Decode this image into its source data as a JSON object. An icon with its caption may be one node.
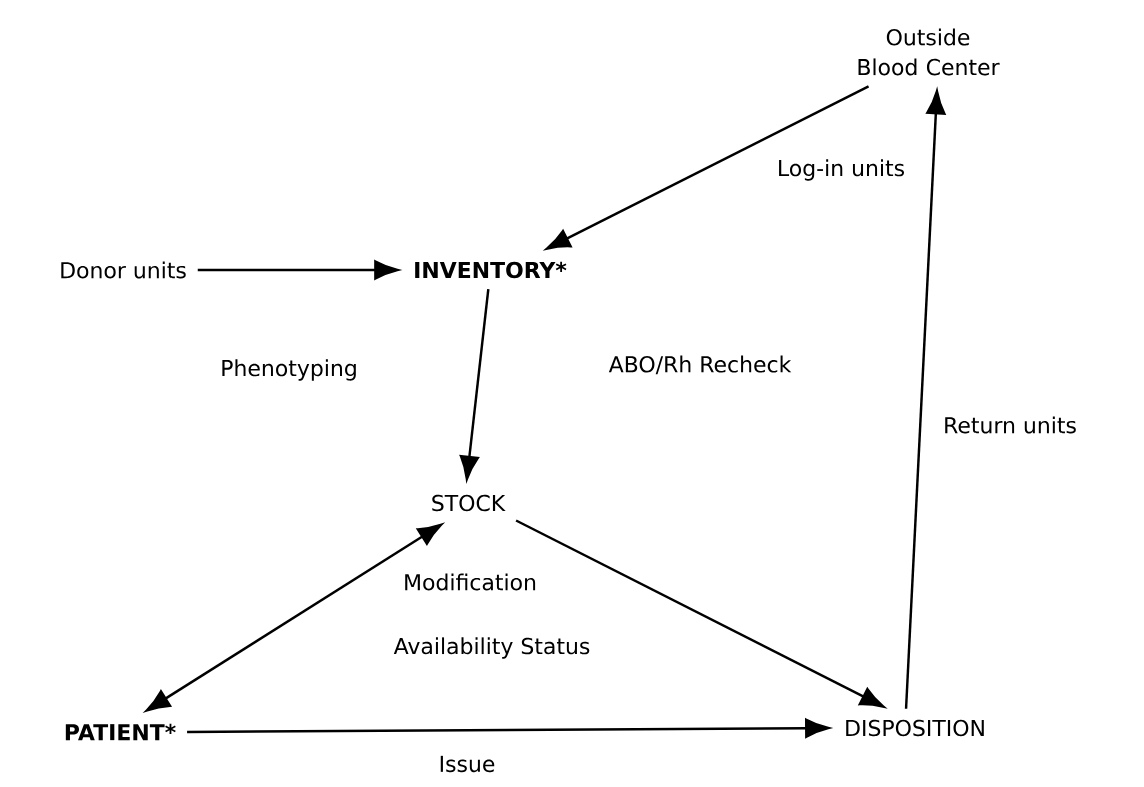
{
  "diagram": {
    "nodes": [
      {
        "text": [
          "Outside Blood Center"
        ]
      },
      {
        "text": [
          "Donor units"
        ]
      },
      {
        "text": [
          "INVENTORY*"
        ]
      },
      {
        "text": [
          "STOCK"
        ]
      },
      {
        "text": [
          "PATIENT*"
        ]
      },
      {
        "text": [
          "DISPOSITION"
        ]
      }
    ],
    "edges": [
      {
        "from": 0,
        "to": 2,
        "arrow": "to",
        "label": "Log-in units"
      },
      {
        "from": 1,
        "to": 2,
        "arrow": "to"
      },
      {
        "from": 2,
        "to": 3,
        "arrow": "to"
      },
      {
        "from": 3,
        "to": 4,
        "arrow": "both"
      },
      {
        "from": 3,
        "to": 5,
        "arrow": "to"
      },
      {
        "from": 4,
        "to": 5,
        "arrow": "to",
        "label": "Issue"
      },
      {
        "from": 5,
        "to": 0,
        "arrow": "to",
        "label": "Return units"
      }
    ],
    "labels": [
      "Phenotyping",
      "ABO/Rh Recheck",
      "Modification",
      "Availability Status"
    ]
  }
}
